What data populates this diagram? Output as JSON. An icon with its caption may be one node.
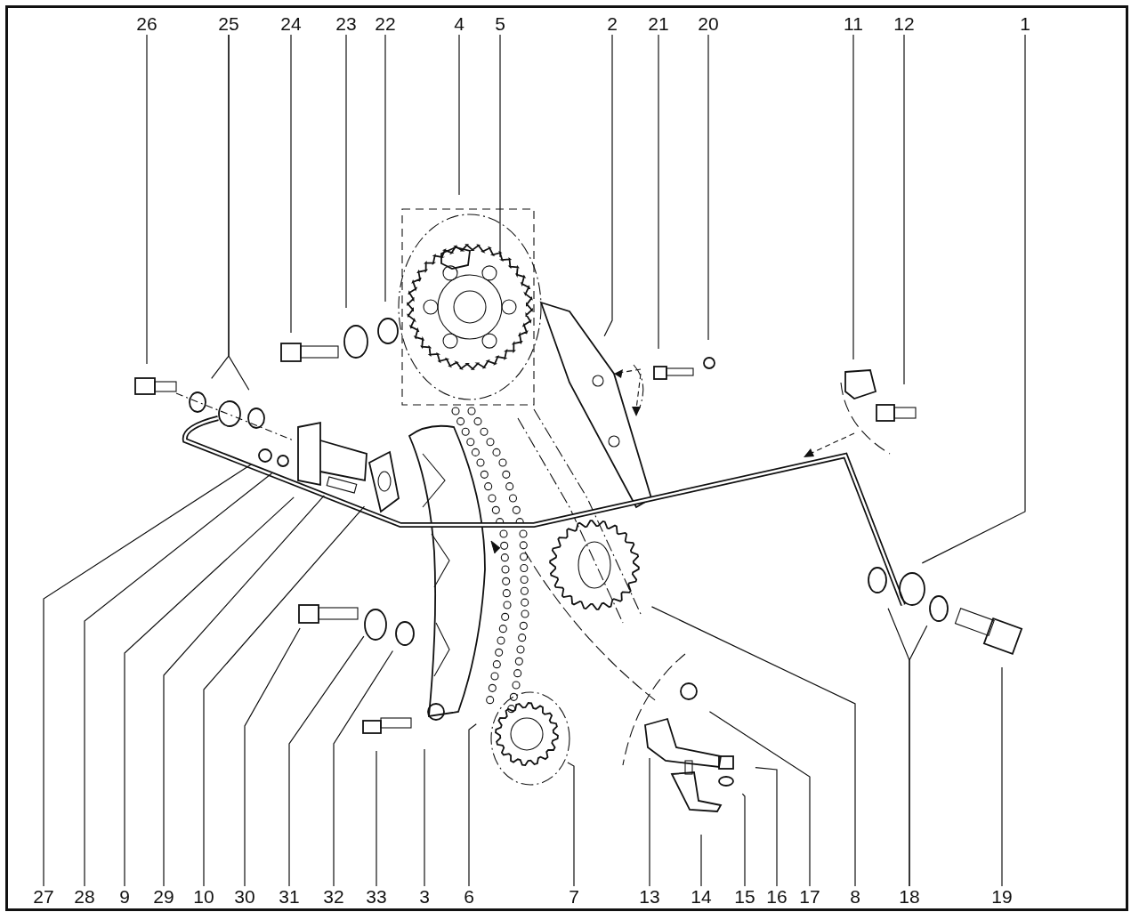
{
  "diagram": {
    "nodes": [
      {
        "text": [
          "26"
        ]
      },
      {
        "text": [
          "25"
        ]
      },
      {
        "text": [
          "24"
        ]
      },
      {
        "text": [
          "23"
        ]
      },
      {
        "text": [
          "22"
        ]
      },
      {
        "text": [
          "4"
        ]
      },
      {
        "text": [
          "5"
        ]
      },
      {
        "text": [
          "2"
        ]
      },
      {
        "text": [
          "21"
        ]
      },
      {
        "text": [
          "20"
        ]
      },
      {
        "text": [
          "11"
        ]
      },
      {
        "text": [
          "12"
        ]
      },
      {
        "text": [
          "1"
        ]
      },
      {
        "text": [
          "27"
        ]
      },
      {
        "text": [
          "28"
        ]
      },
      {
        "text": [
          "9"
        ]
      },
      {
        "text": [
          "29"
        ]
      },
      {
        "text": [
          "10"
        ]
      },
      {
        "text": [
          "30"
        ]
      },
      {
        "text": [
          "31"
        ]
      },
      {
        "text": [
          "32"
        ]
      },
      {
        "text": [
          "33"
        ]
      },
      {
        "text": [
          "3"
        ]
      },
      {
        "text": [
          "6"
        ]
      },
      {
        "text": [
          "7"
        ]
      },
      {
        "text": [
          "13"
        ]
      },
      {
        "text": [
          "14"
        ]
      },
      {
        "text": [
          "15"
        ]
      },
      {
        "text": [
          "16"
        ]
      },
      {
        "text": [
          "17"
        ]
      },
      {
        "text": [
          "8"
        ]
      },
      {
        "text": [
          "18"
        ]
      },
      {
        "text": [
          "19"
        ]
      }
    ],
    "edges": [
      {
        "from": 0,
        "to": null,
        "arrow": "none"
      },
      {
        "from": 1,
        "to": null,
        "arrow": "none"
      },
      {
        "from": 1,
        "to": null,
        "arrow": "none"
      },
      {
        "from": 2,
        "to": null,
        "arrow": "none"
      },
      {
        "from": 3,
        "to": null,
        "arrow": "none"
      },
      {
        "from": 4,
        "to": null,
        "arrow": "none"
      },
      {
        "from": 5,
        "to": null,
        "arrow": "none"
      },
      {
        "from": 6,
        "to": null,
        "arrow": "none"
      },
      {
        "from": 7,
        "to": null,
        "arrow": "none"
      },
      {
        "from": 8,
        "to": null,
        "arrow": "none"
      },
      {
        "from": 9,
        "to": null,
        "arrow": "none"
      },
      {
        "from": 10,
        "to": null,
        "arrow": "none"
      },
      {
        "from": 11,
        "to": null,
        "arrow": "none"
      },
      {
        "from": 12,
        "to": null,
        "arrow": "none"
      },
      {
        "from": 13,
        "to": null,
        "arrow": "none"
      },
      {
        "from": 14,
        "to": null,
        "arrow": "none"
      },
      {
        "from": 15,
        "to": null,
        "arrow": "none"
      },
      {
        "from": 16,
        "to": null,
        "arrow": "none"
      },
      {
        "from": 17,
        "to": null,
        "arrow": "none"
      },
      {
        "from": 18,
        "to": null,
        "arrow": "none"
      },
      {
        "from": 19,
        "to": null,
        "arrow": "none"
      },
      {
        "from": 20,
        "to": null,
        "arrow": "none"
      },
      {
        "from": 21,
        "to": null,
        "arrow": "none"
      },
      {
        "from": 22,
        "to": null,
        "arrow": "none"
      },
      {
        "from": 23,
        "to": null,
        "arrow": "none"
      },
      {
        "from": 24,
        "to": null,
        "arrow": "none"
      },
      {
        "from": 25,
        "to": null,
        "arrow": "none"
      },
      {
        "from": 26,
        "to": null,
        "arrow": "none"
      },
      {
        "from": 27,
        "to": null,
        "arrow": "none"
      },
      {
        "from": 28,
        "to": null,
        "arrow": "none"
      },
      {
        "from": 29,
        "to": null,
        "arrow": "none"
      },
      {
        "from": 30,
        "to": null,
        "arrow": "none"
      },
      {
        "from": 31,
        "to": null,
        "arrow": "none"
      },
      {
        "from": 31,
        "to": null,
        "arrow": "none"
      },
      {
        "from": 32,
        "to": null,
        "arrow": "none"
      }
    ]
  }
}
